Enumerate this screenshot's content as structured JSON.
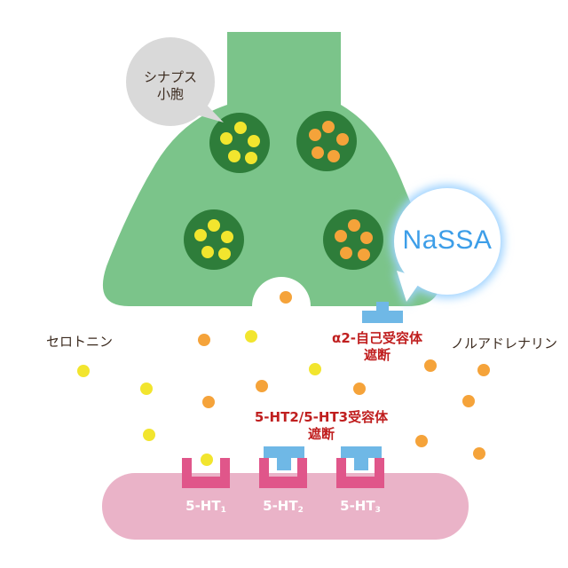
{
  "labels": {
    "vesicle_line1": "シナプス",
    "vesicle_line2": "小胞",
    "serotonin": "セロトニン",
    "noradrenaline": "ノルアドレナリン",
    "alpha2_line1": "α2-自己受容体",
    "alpha2_line2": "遮断",
    "ht_block_line1": "5-HT2/5-HT3受容体",
    "ht_block_line2": "遮断",
    "drug_name": "NaSSA"
  },
  "receptors": [
    {
      "prefix": "5-HT",
      "sub": "1"
    },
    {
      "prefix": "5-HT",
      "sub": "2"
    },
    {
      "prefix": "5-HT",
      "sub": "3"
    }
  ],
  "colors": {
    "neuron_green": "#7bc48a",
    "vesicle_dark": "#2e7d3a",
    "serotonin_yellow": "#f2e52e",
    "noradrenaline_orange": "#f5a33a",
    "postsynaptic_pink": "#eab3c8",
    "receptor_pink": "#e0568a",
    "antagonist_blue": "#6fb8e6",
    "label_red": "#c01f1f",
    "drug_blue": "#3d9ee8"
  }
}
